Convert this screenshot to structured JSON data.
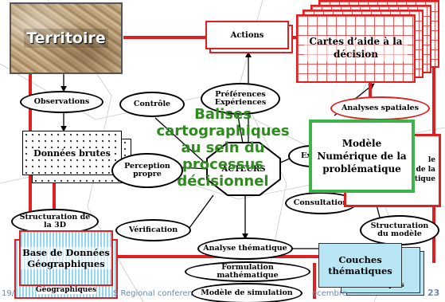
{
  "title_word": "Territoire",
  "nodes": {
    "actions": "Actions",
    "cartes": "Cartes d’aide à la décision",
    "observations": "Observations",
    "controle": "Contrôle",
    "preferences": "Préférences Expériences",
    "analyses_spatiales": "Analyses spatiales",
    "donnees_brutes": "Données brutes",
    "perception": "Perception propre",
    "acteurs": "ACTEURS",
    "expertise": "Ex",
    "consultation": "Consultation",
    "modele": "Modèle Numérique de la problématique",
    "modele_shadow_a": "le",
    "modele_shadow_b": "e de la",
    "modele_shadow_c": "tique",
    "structuration_3d": "Structuration de la 3D",
    "verification": "Vérification",
    "bdg": "Base de Données Géographiques",
    "bdg_shadow": "Géographiques",
    "analyse_thematique": "Analyse thématique",
    "formulation": "Formulation mathématique",
    "simulation": "Modèle de simulation",
    "couches": "Couches thématiques",
    "couches_shadow": "thématiques",
    "structuration_modele": "Structuration du modèle"
  },
  "overlay": {
    "line1": "Balises",
    "line2": "cartographiques",
    "line3": "au sein du",
    "line4": "processus",
    "line5": "décisionnel"
  },
  "footer": {
    "date": "19/",
    "mid": "S Regional conferen",
    "right": "ecembre",
    "page": "23"
  },
  "colors": {
    "red": "#e02020",
    "green_text": "#2e8b1e",
    "green_border": "#3cb44b",
    "cyan": "#8fd8f0",
    "blue_box": "#b9e6f5"
  }
}
